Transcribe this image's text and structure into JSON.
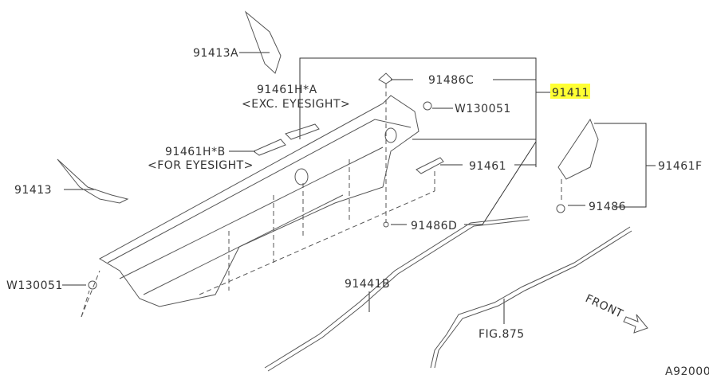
{
  "diagram": {
    "labels": {
      "p91413A": "91413A",
      "p91461HA": "91461H*A",
      "exc_eyesight": "<EXC. EYESIGHT>",
      "p91486C": "91486C",
      "p91411": "91411",
      "w130051_top": "W130051",
      "p91461HB": "91461H*B",
      "for_eyesight": "<FOR EYESIGHT>",
      "p91461": "91461",
      "p91461F": "91461F",
      "p91413": "91413",
      "p91486": "91486",
      "p91486D": "91486D",
      "w130051_left": "W130051",
      "p91441B": "91441B",
      "fig875": "FIG.875",
      "front": "FRONT",
      "code": "A92000"
    },
    "highlight_color": "#ffff33"
  }
}
